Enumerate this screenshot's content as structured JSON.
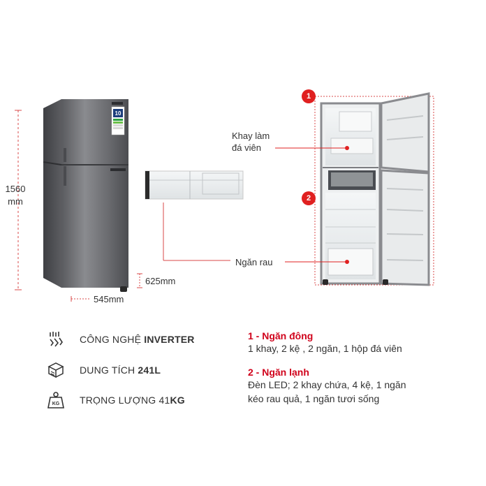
{
  "dimensions": {
    "height_value": "1560",
    "height_unit": "mm",
    "width_label": "545mm",
    "clearance_label": "625mm"
  },
  "callouts": {
    "ice_tray_line1": "Khay làm",
    "ice_tray_line2": "đá viên",
    "veg_drawer": "Ngăn rau"
  },
  "badges": {
    "freezer": "1",
    "fridge": "2"
  },
  "fridge": {
    "energy_label": "10"
  },
  "features": [
    {
      "icon": "inverter-chip-icon",
      "prefix": "CÔNG NGHỆ ",
      "strong": "INVERTER"
    },
    {
      "icon": "capacity-box-icon",
      "prefix": "DUNG TÍCH ",
      "strong": "241L"
    },
    {
      "icon": "weight-kg-icon",
      "prefix": "TRỌNG LƯỢNG 41",
      "strong": "KG",
      "badge": "KG"
    }
  ],
  "specs": [
    {
      "title": "1 - Ngăn đông",
      "lines": [
        "1 khay, 2 kệ , 2 ngăn, 1 hộp đá viên"
      ]
    },
    {
      "title": "2 - Ngăn lạnh",
      "lines": [
        "Đèn LED; 2 khay chứa, 4 kệ, 1 ngăn",
        "kéo rau quả, 1 ngăn tươi sống"
      ]
    }
  ],
  "colors": {
    "accent_red": "#e02020",
    "dim_line": "#d94a4a",
    "fridge_steel": "#6d6e72"
  }
}
